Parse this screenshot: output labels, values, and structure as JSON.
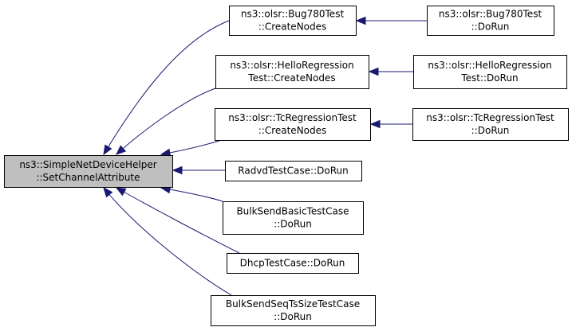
{
  "diagram": {
    "root": {
      "id": "root",
      "lines": [
        "ns3::SimpleNetDeviceHelper",
        "::SetChannelAttribute"
      ]
    },
    "callers": [
      {
        "id": "bug780-create",
        "lines": [
          "ns3::olsr::Bug780Test",
          "::CreateNodes"
        ]
      },
      {
        "id": "hello-create",
        "lines": [
          "ns3::olsr::HelloRegression",
          "Test::CreateNodes"
        ]
      },
      {
        "id": "tc-create",
        "lines": [
          "ns3::olsr::TcRegressionTest",
          "::CreateNodes"
        ]
      },
      {
        "id": "radvd-dorun",
        "lines": [
          "RadvdTestCase::DoRun"
        ]
      },
      {
        "id": "bulk-basic-dorun",
        "lines": [
          "BulkSendBasicTestCase",
          "::DoRun"
        ]
      },
      {
        "id": "dhcp-dorun",
        "lines": [
          "DhcpTestCase::DoRun"
        ]
      },
      {
        "id": "bulk-seq-dorun",
        "lines": [
          "BulkSendSeqTsSizeTestCase",
          "::DoRun"
        ]
      }
    ],
    "second_level": [
      {
        "id": "bug780-dorun",
        "lines": [
          "ns3::olsr::Bug780Test",
          "::DoRun"
        ]
      },
      {
        "id": "hello-dorun",
        "lines": [
          "ns3::olsr::HelloRegression",
          "Test::DoRun"
        ]
      },
      {
        "id": "tc-dorun",
        "lines": [
          "ns3::olsr::TcRegressionTest",
          "::DoRun"
        ]
      }
    ],
    "edges": [
      {
        "from": "bug780-create",
        "to": "root"
      },
      {
        "from": "hello-create",
        "to": "root"
      },
      {
        "from": "tc-create",
        "to": "root"
      },
      {
        "from": "radvd-dorun",
        "to": "root"
      },
      {
        "from": "bulk-basic-dorun",
        "to": "root"
      },
      {
        "from": "dhcp-dorun",
        "to": "root"
      },
      {
        "from": "bulk-seq-dorun",
        "to": "root"
      },
      {
        "from": "bug780-dorun",
        "to": "bug780-create"
      },
      {
        "from": "hello-dorun",
        "to": "hello-create"
      },
      {
        "from": "tc-dorun",
        "to": "tc-create"
      }
    ],
    "colors": {
      "edge": "#191970",
      "root_fill": "#bfbfbf",
      "node_fill": "#ffffff",
      "border": "#000000"
    }
  }
}
